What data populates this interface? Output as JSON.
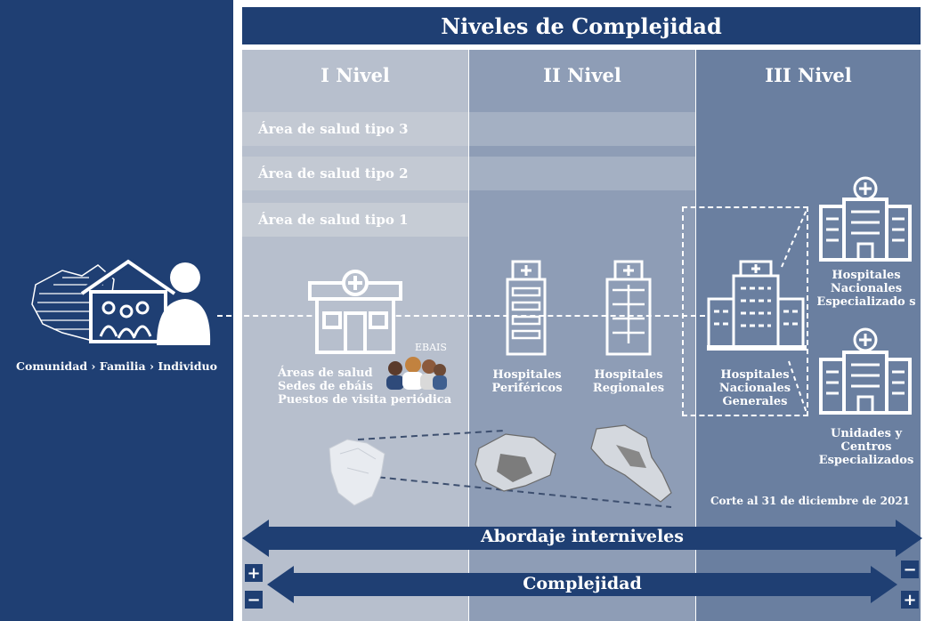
{
  "title": "Niveles de Complejidad",
  "levels": [
    "I Nivel",
    "II Nivel",
    "III Nivel"
  ],
  "areas": [
    "Área de salud tipo 3",
    "Área de salud tipo 2",
    "Área de salud tipo 1"
  ],
  "community_label": "Comunidad › Familia › Individuo",
  "ebais_tag": "EBAIS",
  "level1_items": [
    "Áreas de salud",
    "Sedes de ebáis",
    "Puestos de visita periódica"
  ],
  "peripheral_hospitals": "Hospitales Periféricos",
  "regional_hospitals": "Hospitales Regionales",
  "national_general": "Hospitales Nacionales Generales",
  "national_specialized": "Hospitales Nacionales Especializado s",
  "specialized_units": "Unidades y Centros Especializados",
  "cutoff_note": "Corte al 31 de diciembre de 2021",
  "arrow_interlevel": "Abordaje interniveles",
  "arrow_complexity": "Complejidad",
  "plus_sign": "+",
  "minus_sign": "−",
  "colors": {
    "navy": "#1f3f73",
    "col1": "#b7bfcd",
    "col2": "#8e9db6",
    "col3": "#6a7fa0"
  }
}
